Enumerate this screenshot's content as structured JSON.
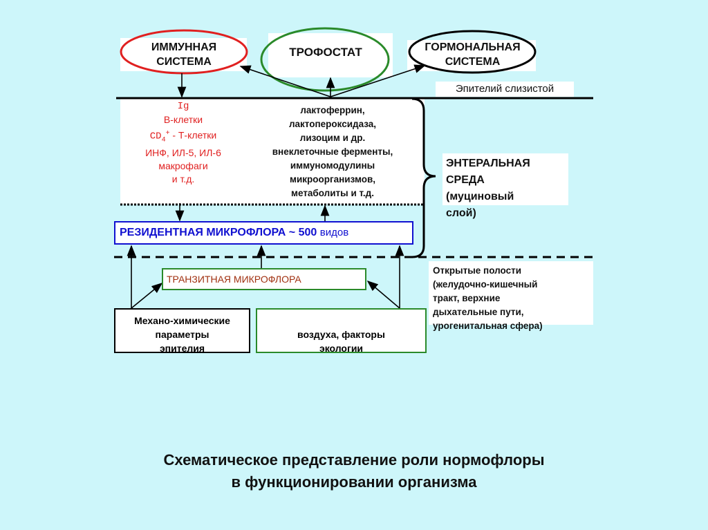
{
  "nodes": {
    "immune": [
      "ИММУННАЯ",
      "СИСТЕМА"
    ],
    "trophostat": "ТРОФОСТАТ",
    "hormonal": [
      "ГОРМОНАЛЬНАЯ",
      "СИСТЕМА"
    ],
    "epithelium_label": "Эпителий слизистой",
    "immune_factors": [
      "Ig",
      "В-клетки",
      "CD",
      "4",
      "+",
      " - Т-клетки",
      "ИНФ, ИЛ-5, ИЛ-6",
      "макрофаги",
      "и т.д."
    ],
    "substances": [
      "лактоферрин,",
      "лактопероксидаза,",
      "лизоцим и др.",
      "внеклеточные ферменты,",
      "иммуномодулины",
      "микроорганизмов,",
      "метаболиты и т.д."
    ],
    "enteral": [
      "ЭНТЕРАЛЬНАЯ",
      "СРЕДА",
      "(муциновый",
      "слой)"
    ],
    "resident": "РЕЗИДЕНТНАЯ МИКРОФЛОРА ~ 500",
    "resident_suffix": "видов",
    "transit": "ТРАНЗИТНАЯ МИКРОФЛОРА",
    "mechano": [
      "Механо-химические",
      "параметры",
      "эпителия"
    ],
    "air": [
      "воздуха, факторы",
      "экологии"
    ],
    "cavities": [
      "Открытые  полости",
      "(желудочно-кишечный",
      "тракт, верхние",
      "дыхательные пути,",
      "урогенитальная сфера)"
    ]
  },
  "caption": [
    "Схематическое представление роли нормофлоры",
    "в функционировании организма"
  ],
  "colors": {
    "red": "#e02020",
    "green": "#2a8a2a",
    "blue": "#1010d0",
    "brown": "#a03010",
    "background": "#cdf6fa"
  }
}
